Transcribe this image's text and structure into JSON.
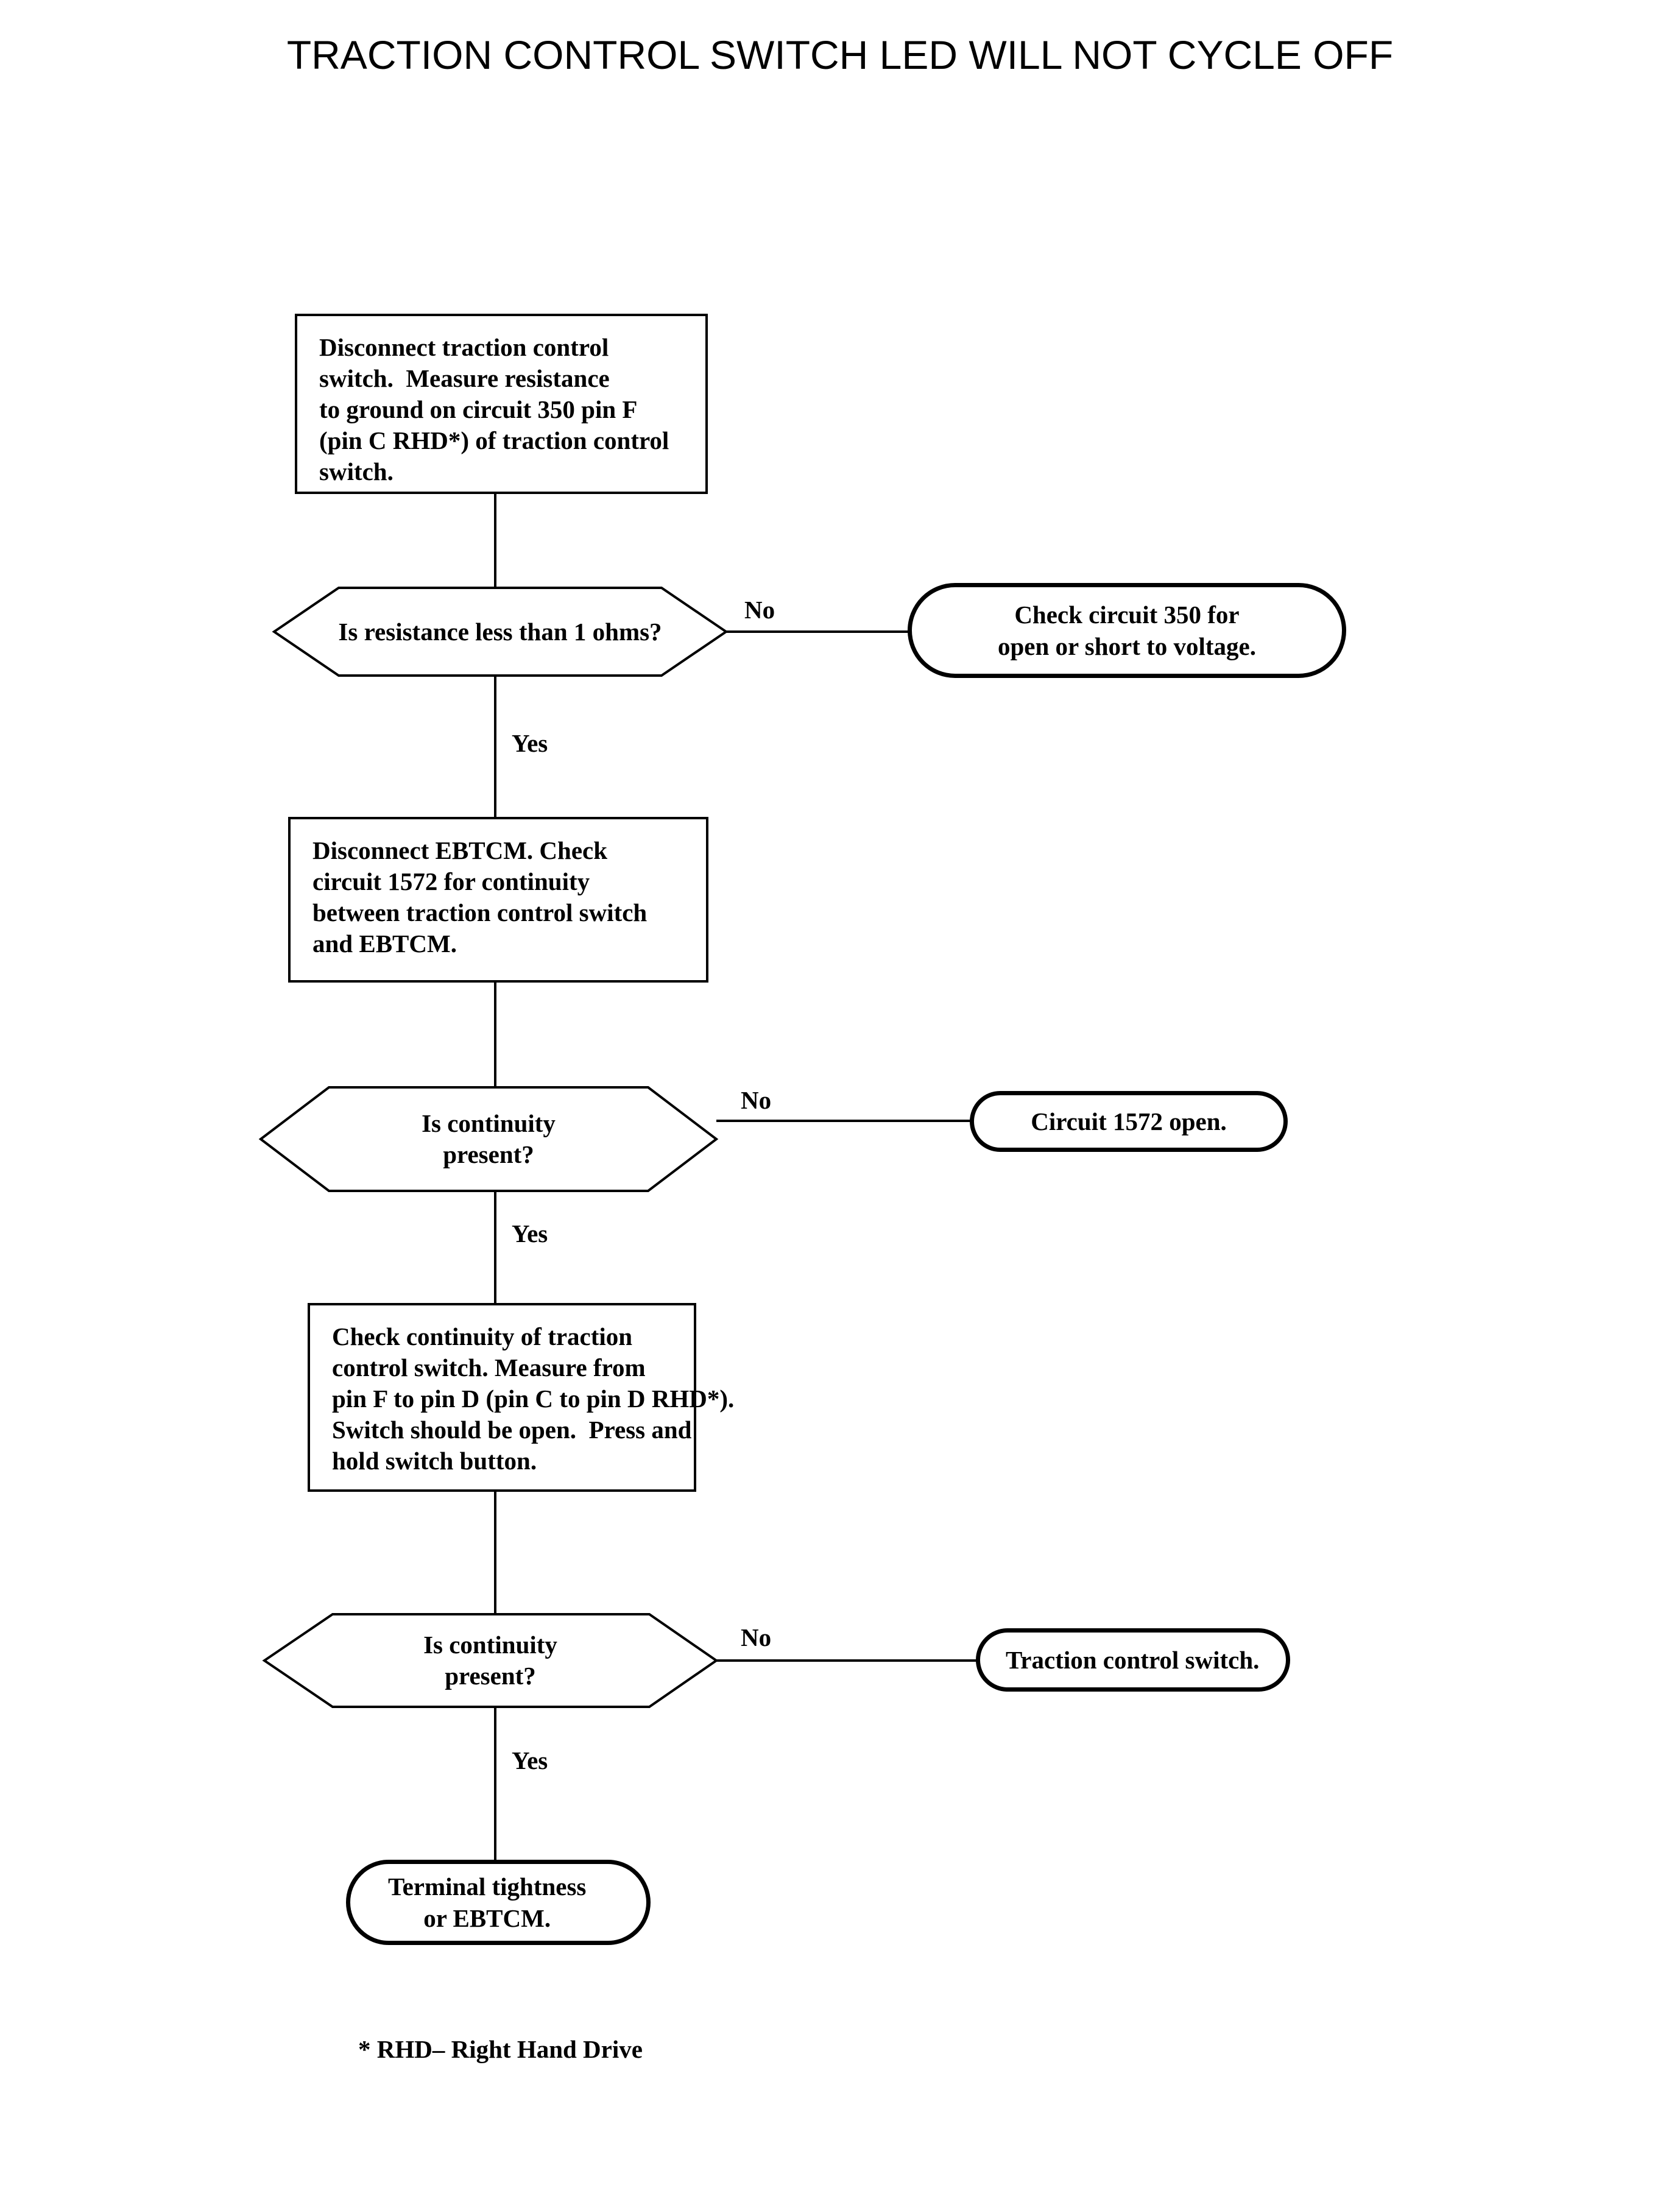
{
  "title": "TRACTION CONTROL SWITCH LED WILL NOT CYCLE OFF",
  "colors": {
    "ink": "#000000",
    "paper": "#ffffff"
  },
  "footnote": "* RHD– Right Hand Drive",
  "nodes": {
    "step1": {
      "type": "process",
      "text": "Disconnect traction control\nswitch.  Measure resistance\nto ground on circuit 350 pin F\n(pin C RHD*) of traction control\nswitch."
    },
    "decision1": {
      "type": "decision",
      "text": "Is resistance less than 1 ohms?"
    },
    "result1": {
      "type": "terminal",
      "text": "Check circuit 350 for\nopen or short to voltage."
    },
    "step2": {
      "type": "process",
      "text": "Disconnect EBTCM. Check\ncircuit 1572 for continuity\nbetween traction control switch\nand EBTCM."
    },
    "decision2": {
      "type": "decision",
      "text": "Is continuity\npresent?"
    },
    "result2": {
      "type": "terminal",
      "text": "Circuit 1572 open."
    },
    "step3": {
      "type": "process",
      "text": "Check continuity of traction\ncontrol switch. Measure from\npin F to pin D (pin C to pin D RHD*).\nSwitch should be open.  Press and\nhold switch button."
    },
    "decision3": {
      "type": "decision",
      "text": "Is continuity\npresent?"
    },
    "result3": {
      "type": "terminal",
      "text": "Traction control switch."
    },
    "result4": {
      "type": "terminal",
      "text": "Terminal tightness\nor EBTCM."
    }
  },
  "edges": {
    "no1": "No",
    "yes1": "Yes",
    "no2": "No",
    "yes2": "Yes",
    "no3": "No",
    "yes3": "Yes"
  }
}
